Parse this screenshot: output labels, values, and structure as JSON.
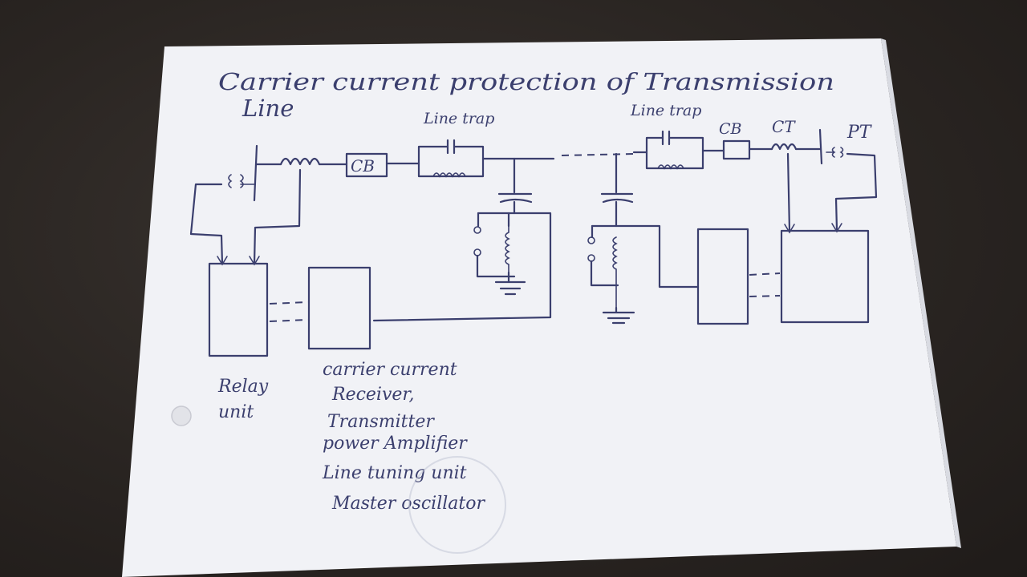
{
  "title_line1": "Carrier current protection of Transmission",
  "title_line2": "Line",
  "labels": {
    "line_trap_left": "Line trap",
    "line_trap_right": "Line trap",
    "cb_left": "CB",
    "cb_right": "CB",
    "ct_right": "CT",
    "pt_right": "PT"
  },
  "relay_label": [
    "Relay",
    "unit"
  ],
  "carrier_list": [
    "carrier current",
    "Receiver,",
    "Transmitter",
    "power Amplifier",
    "Line tuning unit",
    "Master oscillator"
  ],
  "colors": {
    "ink": "#3b3f6e",
    "paper": "#f3f4f7",
    "table": "#2a2522"
  }
}
